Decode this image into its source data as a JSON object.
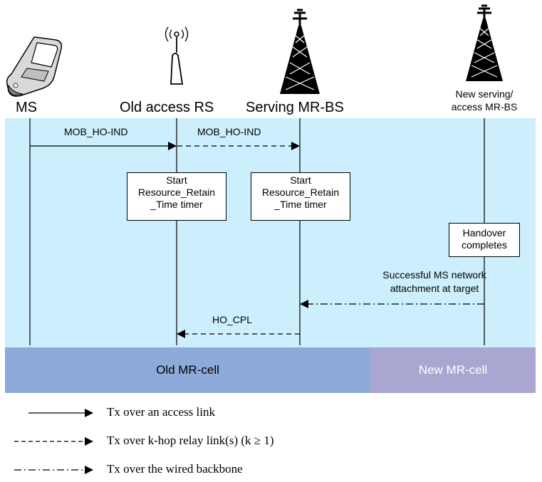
{
  "colors": {
    "sequence_area_bg": "#cdeefc",
    "old_cell_bg": "#8eaadb",
    "new_cell_bg": "#a9a7d2",
    "new_cell_text": "#ffffff",
    "line": "#000000"
  },
  "nodes": [
    {
      "id": "ms",
      "label": "MS",
      "icon": "mobile-phone-icon"
    },
    {
      "id": "rs",
      "label": "Old access RS",
      "icon": "relay-antenna-icon"
    },
    {
      "id": "bs",
      "label": "Serving MR-BS",
      "icon": "tower-icon"
    },
    {
      "id": "newbs",
      "label_lines": [
        "New serving/",
        "access MR-BS"
      ],
      "icon": "tower-icon"
    }
  ],
  "messages": [
    {
      "label": "MOB_HO-IND",
      "style": "solid"
    },
    {
      "label": "MOB_HO-IND",
      "style": "dashed"
    },
    {
      "label_lines": [
        "Successful MS network",
        "attachment at target"
      ],
      "style": "dash-dot"
    },
    {
      "label": "HO_CPL",
      "style": "dashed"
    }
  ],
  "boxes": [
    {
      "lines": [
        "Start",
        "Resource_Retain",
        "_Time timer"
      ]
    },
    {
      "lines": [
        "Start",
        "Resource_Retain",
        "_Time timer"
      ]
    },
    {
      "lines": [
        "Handover",
        "completes"
      ]
    }
  ],
  "cells": {
    "old": "Old MR-cell",
    "new": "New MR-cell"
  },
  "legend": [
    {
      "style": "solid",
      "text": "Tx over an access link"
    },
    {
      "style": "dashed",
      "text": "Tx over k-hop relay link(s) (k ≥ 1)"
    },
    {
      "style": "dash-dot",
      "text": "Tx over the wired backbone"
    }
  ]
}
